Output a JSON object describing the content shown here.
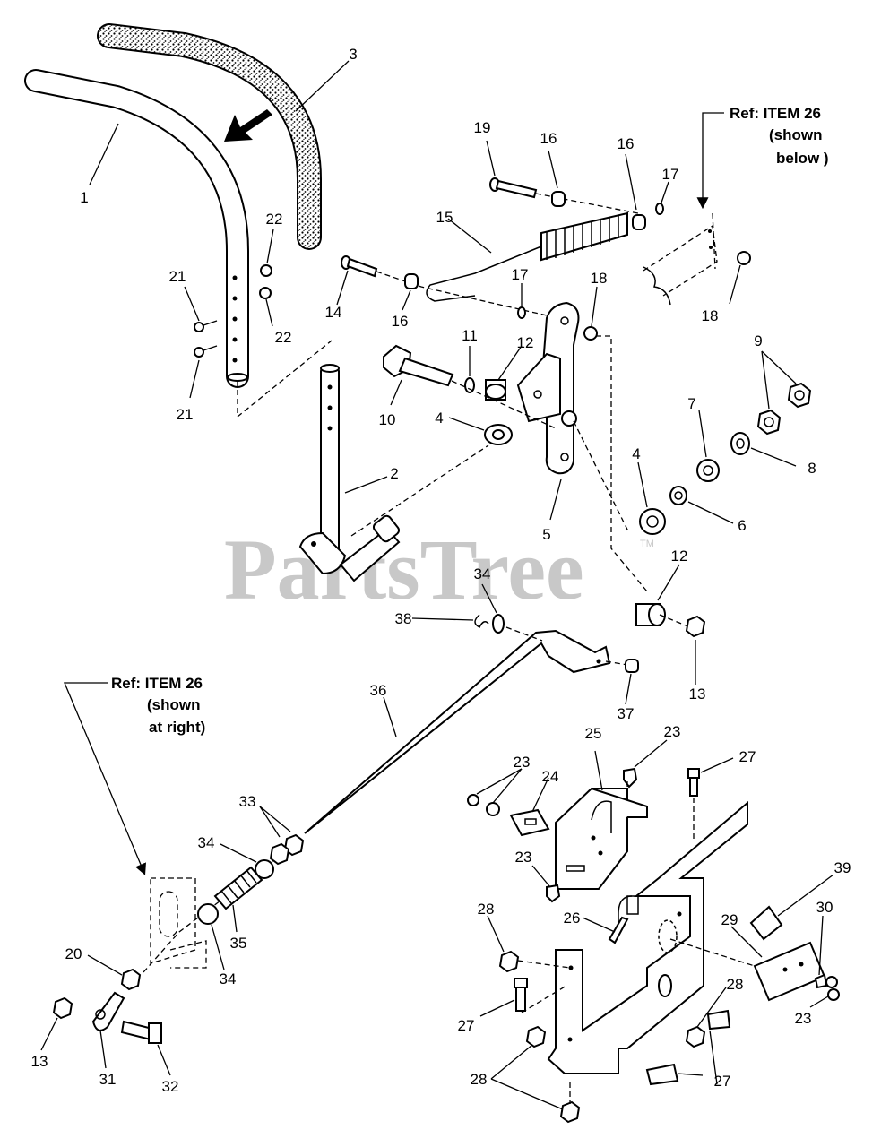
{
  "watermark": {
    "text": "PartsTree",
    "trademark": "TM"
  },
  "references": [
    {
      "id": "ref-top-right",
      "lines": [
        "Ref: ITEM 26",
        "(shown",
        "below )"
      ]
    },
    {
      "id": "ref-left",
      "lines": [
        "Ref: ITEM 26",
        "(shown",
        "at right)"
      ]
    }
  ],
  "callouts": [
    "1",
    "2",
    "3",
    "4",
    "4",
    "5",
    "6",
    "7",
    "8",
    "9",
    "10",
    "11",
    "12",
    "12",
    "13",
    "13",
    "14",
    "15",
    "16",
    "16",
    "16",
    "17",
    "17",
    "18",
    "18",
    "19",
    "20",
    "21",
    "21",
    "22",
    "22",
    "23",
    "23",
    "23",
    "23",
    "24",
    "25",
    "26",
    "27",
    "27",
    "27",
    "28",
    "28",
    "28",
    "29",
    "30",
    "31",
    "32",
    "33",
    "34",
    "34",
    "34",
    "35",
    "36",
    "37",
    "38",
    "39"
  ]
}
